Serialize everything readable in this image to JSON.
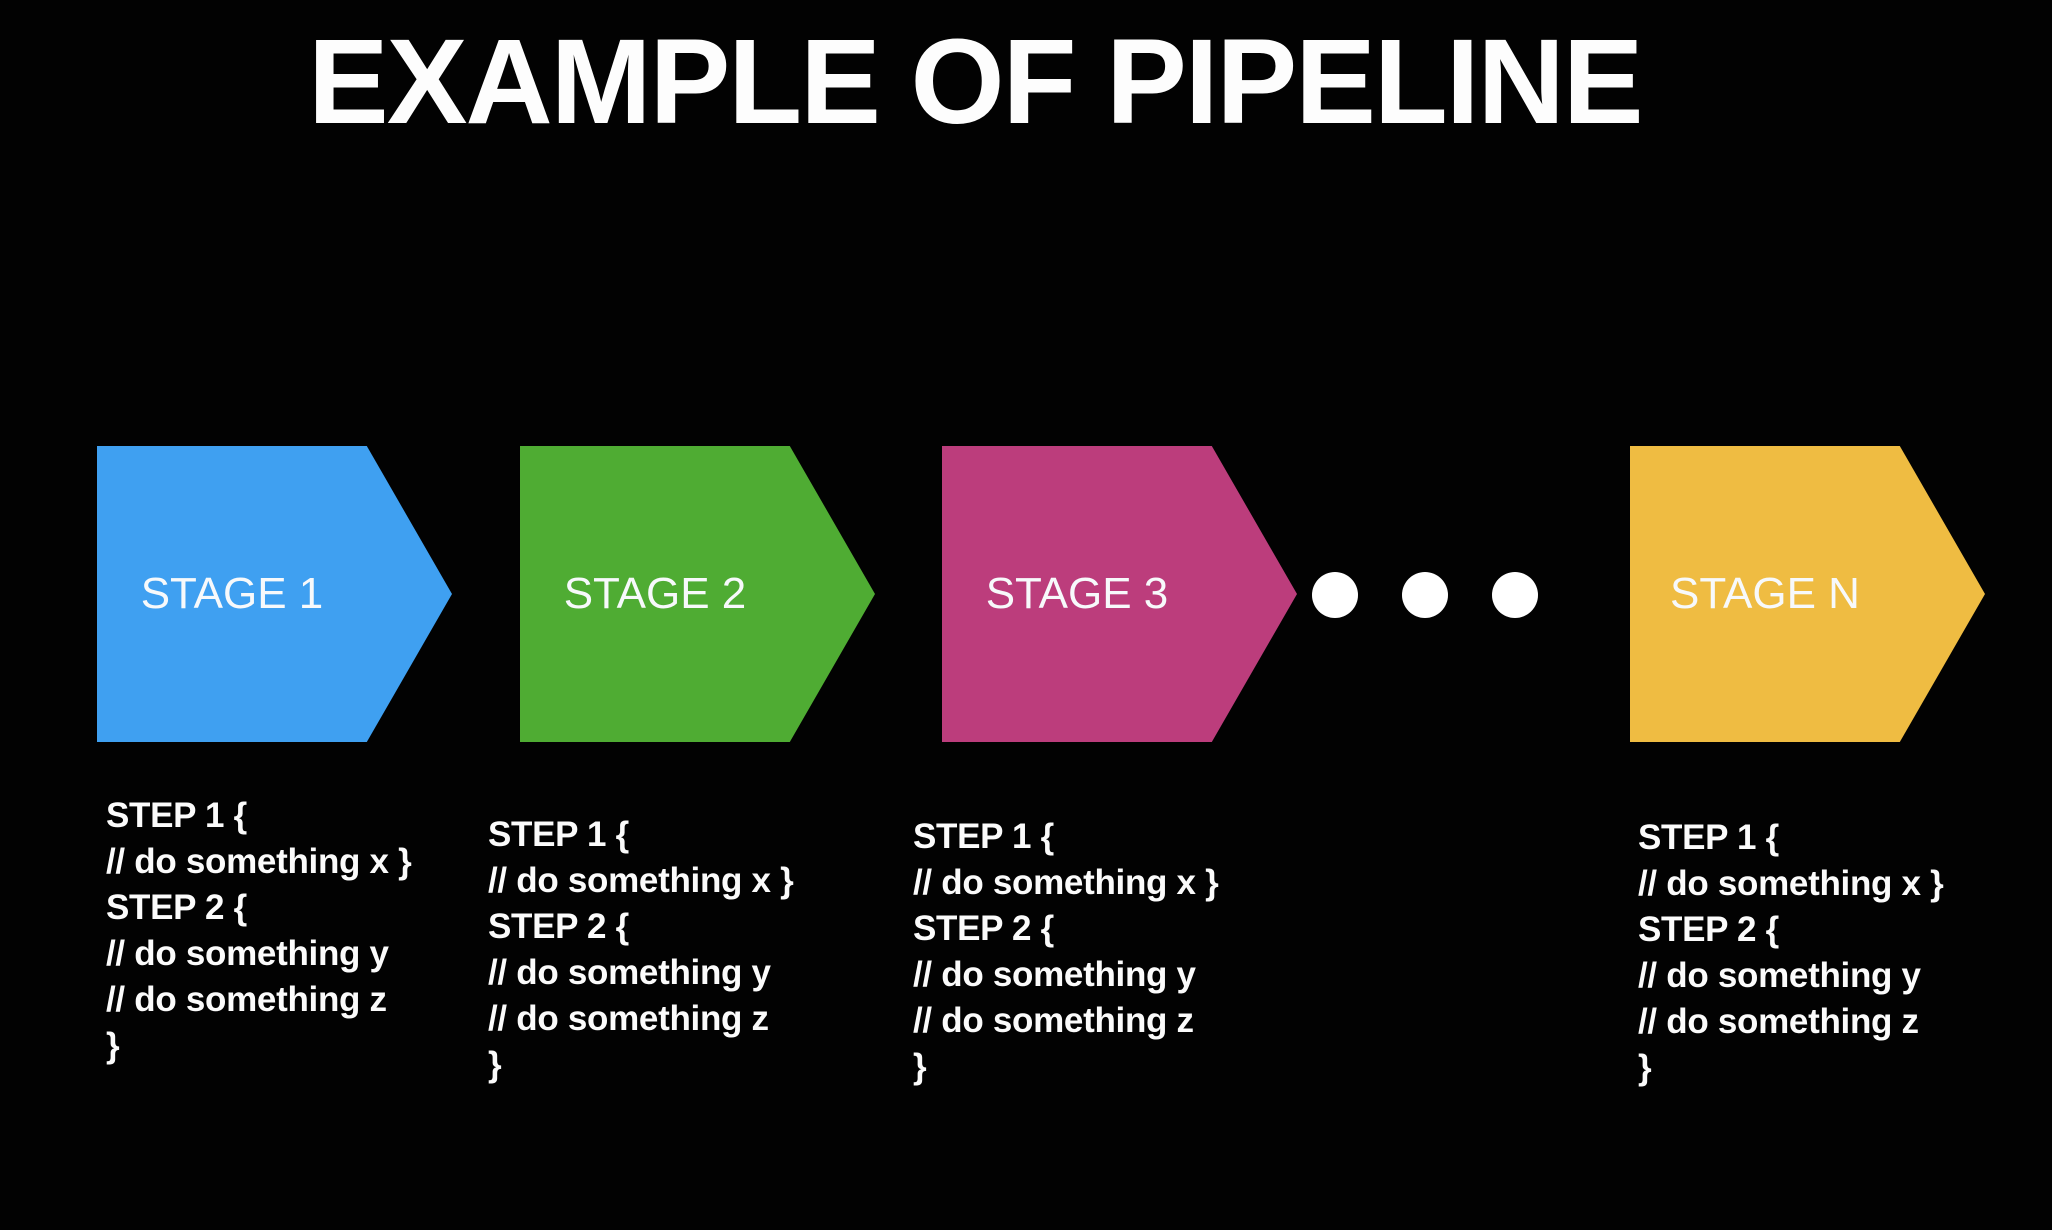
{
  "page": {
    "title": "EXAMPLE OF PIPELINE",
    "background_color": "#020202",
    "title_color": "#fdfdfd"
  },
  "pipeline": {
    "stages": [
      {
        "label": "STAGE 1",
        "color": "#3FA0F1"
      },
      {
        "label": "STAGE 2",
        "color": "#4FAC33"
      },
      {
        "label": "STAGE 3",
        "color": "#BC3D7C"
      },
      {
        "label": "STAGE N",
        "color": "#EFBC42"
      }
    ],
    "ellipsis": {
      "dot_count": 3,
      "dot_color": "#FFFFFF"
    },
    "step_code_lines": [
      "STEP 1 {",
      "// do something x }",
      "STEP 2 {",
      "// do something y",
      "// do something z",
      "}"
    ]
  }
}
